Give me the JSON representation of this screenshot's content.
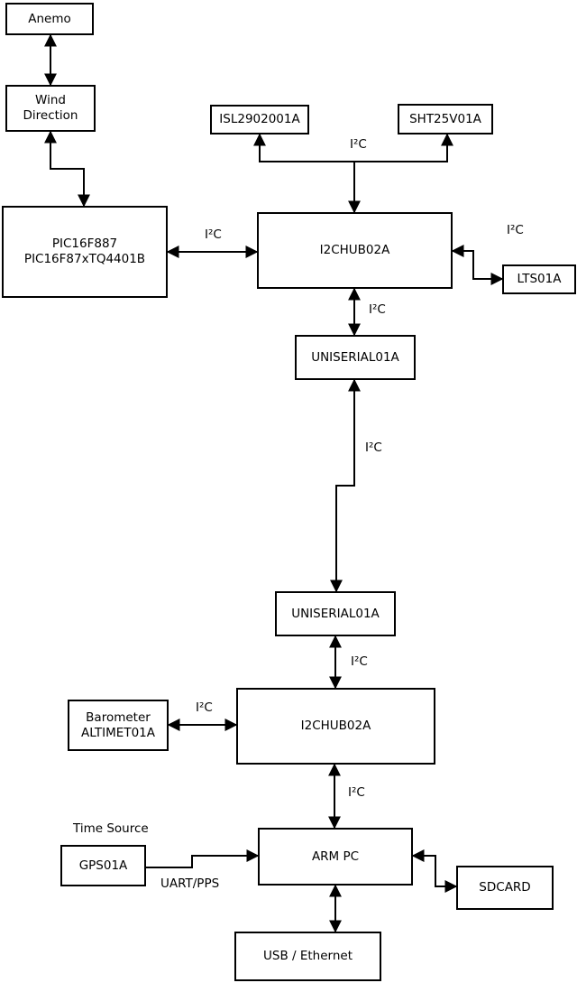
{
  "diagram": {
    "nodes": {
      "anemo": {
        "label": "Anemo"
      },
      "wind": {
        "line1": "Wind",
        "line2": "Direction"
      },
      "pic": {
        "line1": "PIC16F887",
        "line2": "PIC16F87xTQ4401B"
      },
      "isl": {
        "label": "ISL2902001A"
      },
      "sht": {
        "label": "SHT25V01A"
      },
      "hub1": {
        "label": "I2CHUB02A"
      },
      "lts": {
        "label": "LTS01A"
      },
      "uniserial1": {
        "label": "UNISERIAL01A"
      },
      "uniserial2": {
        "label": "UNISERIAL01A"
      },
      "hub2": {
        "label": "I2CHUB02A"
      },
      "barometer": {
        "line1": "Barometer",
        "line2": "ALTIMET01A"
      },
      "gps": {
        "label": "GPS01A"
      },
      "arm_pc": {
        "label": "ARM PC"
      },
      "sdcard": {
        "label": "SDCARD"
      },
      "usb": {
        "label": "USB / Ethernet"
      }
    },
    "bus_labels": {
      "i2c": "I²C",
      "uart_pps": "UART/PPS",
      "time_source": "Time Source"
    },
    "colors": {
      "line": "#000000",
      "box_border": "#000000",
      "box_fill": "#ffffff",
      "background": "#ffffff"
    }
  }
}
